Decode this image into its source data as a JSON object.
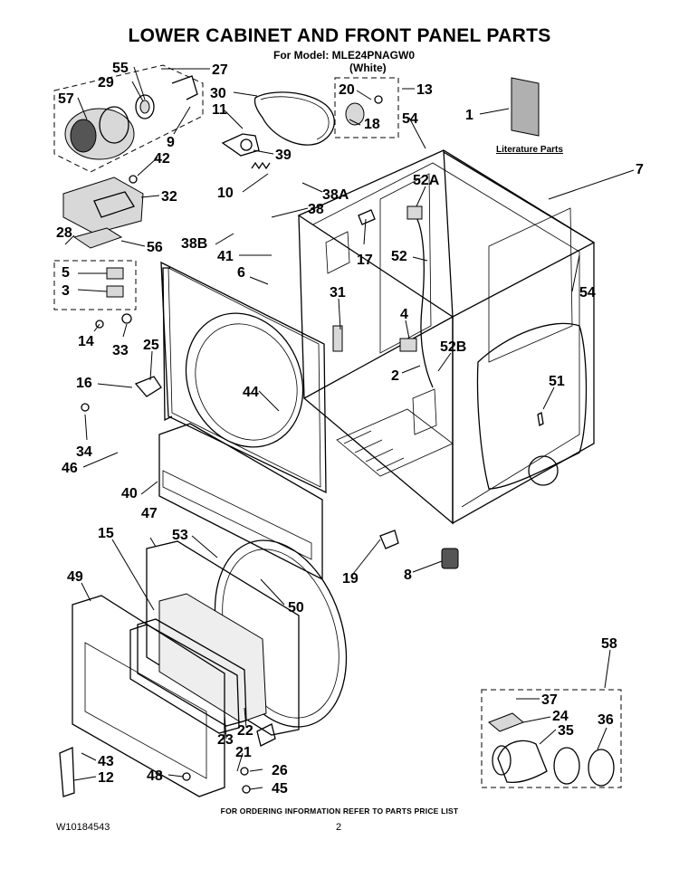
{
  "header": {
    "title": "LOWER CABINET AND FRONT PANEL PARTS",
    "model_line": "For Model: MLE24PNAGW0",
    "color_line": "(White)"
  },
  "literature_label": "Literature Parts",
  "callouts": {
    "c55": "55",
    "c27": "27",
    "c29": "29",
    "c57": "57",
    "c30": "30",
    "c20": "20",
    "c13": "13",
    "c11": "11",
    "c18": "18",
    "c54a": "54",
    "c1": "1",
    "c9": "9",
    "c39": "39",
    "c42": "42",
    "c7": "7",
    "c10": "10",
    "c38A": "38A",
    "c52A": "52A",
    "c32": "32",
    "c38": "38",
    "c28": "28",
    "c56": "56",
    "c38B": "38B",
    "c41": "41",
    "c17": "17",
    "c52": "52",
    "c54b": "54",
    "c5": "5",
    "c3": "3",
    "c6": "6",
    "c31": "31",
    "c4": "4",
    "c14": "14",
    "c33": "33",
    "c25": "25",
    "c52B": "52B",
    "c2": "2",
    "c16": "16",
    "c51": "51",
    "c44": "44",
    "c34": "34",
    "c46": "46",
    "c40": "40",
    "c47": "47",
    "c53": "53",
    "c15": "15",
    "c19": "19",
    "c8": "8",
    "c49": "49",
    "c50": "50",
    "c58": "58",
    "c37": "37",
    "c24": "24",
    "c35": "35",
    "c36": "36",
    "c22": "22",
    "c23": "23",
    "c21": "21",
    "c43": "43",
    "c26": "26",
    "c12": "12",
    "c48": "48",
    "c45": "45"
  },
  "footer": {
    "ordering_note": "FOR ORDERING INFORMATION REFER TO PARTS PRICE LIST",
    "doc_number": "W10184543",
    "page_number": "2"
  }
}
